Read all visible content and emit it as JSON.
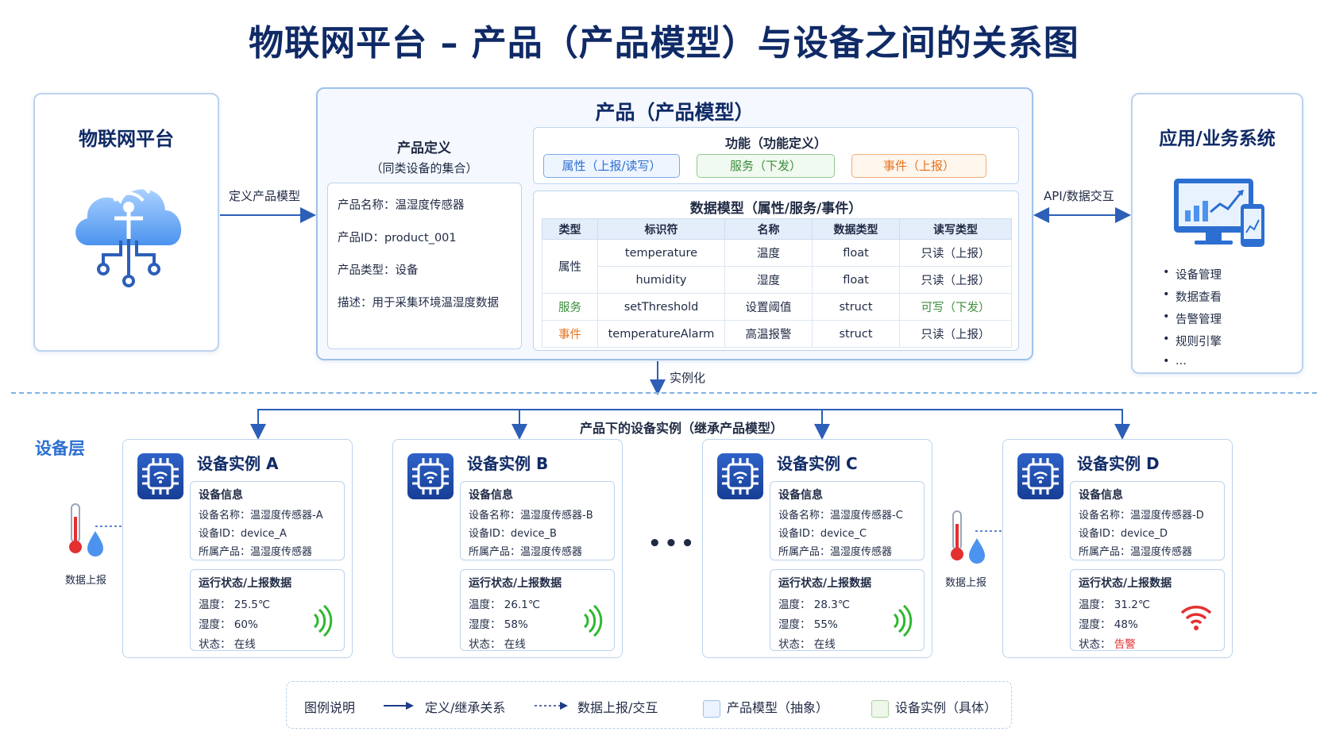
{
  "title": "物联网平台 – 产品（产品模型）与设备之间的关系图",
  "platform": {
    "title": "物联网平台",
    "icon": "cloud-network-icon"
  },
  "edges": {
    "define": "定义产品模型",
    "api": "API/数据交互",
    "instantiate": "实例化"
  },
  "product": {
    "title": "产品（产品模型）",
    "definition": {
      "heading": "产品定义",
      "subheading": "（同类设备的集合）",
      "name": "产品名称：温湿度传感器",
      "id": "产品ID：product_001",
      "type": "产品类型：设备",
      "desc": "描述：用于采集环境温湿度数据"
    },
    "functions": {
      "title": "功能（功能定义）",
      "property": "属性（上报/读写）",
      "service": "服务（下发）",
      "event": "事件（上报）"
    },
    "model": {
      "title": "数据模型（属性/服务/事件）",
      "headers": [
        "类型",
        "标识符",
        "名称",
        "数据类型",
        "读写类型"
      ],
      "rows": [
        {
          "type": "属性",
          "id": "temperature",
          "name": "温度",
          "dtype": "float",
          "rw": "只读（上报）"
        },
        {
          "type": "",
          "id": "humidity",
          "name": "湿度",
          "dtype": "float",
          "rw": "只读（上报）"
        },
        {
          "type": "服务",
          "id": "setThreshold",
          "name": "设置阈值",
          "dtype": "struct",
          "rw": "可写（下发）"
        },
        {
          "type": "事件",
          "id": "temperatureAlarm",
          "name": "高温报警",
          "dtype": "struct",
          "rw": "只读（上报）"
        }
      ]
    }
  },
  "app": {
    "title": "应用/业务系统",
    "icon": "dashboard-monitor-icon",
    "items": [
      "设备管理",
      "数据查看",
      "告警管理",
      "规则引擎",
      "..."
    ]
  },
  "layer_label": "设备层",
  "instances_label": "产品下的设备实例（继承产品模型）",
  "sensor_label": "数据上报",
  "ellipsis": "•••",
  "devices": [
    {
      "title": "设备实例 A",
      "info_h": "设备信息",
      "name": "设备名称：温湿度传感器-A",
      "id": "设备ID：device_A",
      "product": "所属产品：温湿度传感器",
      "run_h": "运行状态/上报数据",
      "temp_k": "温度：",
      "temp": "25.5℃",
      "hum_k": "湿度：",
      "hum": "60%",
      "state_k": "状态：",
      "state": "在线"
    },
    {
      "title": "设备实例 B",
      "info_h": "设备信息",
      "name": "设备名称：温湿度传感器-B",
      "id": "设备ID：device_B",
      "product": "所属产品：温湿度传感器",
      "run_h": "运行状态/上报数据",
      "temp_k": "温度：",
      "temp": "26.1℃",
      "hum_k": "湿度：",
      "hum": "58%",
      "state_k": "状态：",
      "state": "在线"
    },
    {
      "title": "设备实例 C",
      "info_h": "设备信息",
      "name": "设备名称：温湿度传感器-C",
      "id": "设备ID：device_C",
      "product": "所属产品：温湿度传感器",
      "run_h": "运行状态/上报数据",
      "temp_k": "温度：",
      "temp": "28.3℃",
      "hum_k": "湿度：",
      "hum": "55%",
      "state_k": "状态：",
      "state": "在线"
    },
    {
      "title": "设备实例 D",
      "info_h": "设备信息",
      "name": "设备名称：温湿度传感器-D",
      "id": "设备ID：device_D",
      "product": "所属产品：温湿度传感器",
      "run_h": "运行状态/上报数据",
      "temp_k": "温度：",
      "temp": "31.2℃",
      "hum_k": "湿度：",
      "hum": "48%",
      "state_k": "状态：",
      "state": "告警"
    }
  ],
  "legend": {
    "title": "图例说明",
    "solid": "定义/继承关系",
    "dotted": "数据上报/交互",
    "model": "产品模型（抽象）",
    "instance": "设备实例（具体）"
  },
  "colors": {
    "title": "#0f2a66",
    "accent": "#2c6fd1",
    "service": "#3b8d3b",
    "event": "#e4731c",
    "alarm": "#e33030",
    "online": "#2fb82f"
  }
}
